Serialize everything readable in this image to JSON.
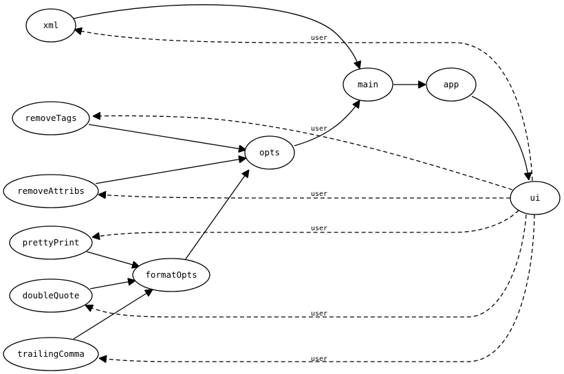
{
  "nodes": {
    "xml": "xml",
    "main": "main",
    "app": "app",
    "removeTags": "removeTags",
    "opts": "opts",
    "removeAttribs": "removeAttribs",
    "ui": "ui",
    "prettyPrint": "prettyPrint",
    "formatOpts": "formatOpts",
    "doubleQuote": "doubleQuote",
    "trailingComma": "trailingComma"
  },
  "edges": [
    {
      "from": "xml",
      "to": "main",
      "style": "solid"
    },
    {
      "from": "main",
      "to": "app",
      "style": "solid"
    },
    {
      "from": "app",
      "to": "ui",
      "style": "solid"
    },
    {
      "from": "removeTags",
      "to": "opts",
      "style": "solid"
    },
    {
      "from": "removeAttribs",
      "to": "opts",
      "style": "solid"
    },
    {
      "from": "opts",
      "to": "main",
      "style": "solid",
      "label": "user"
    },
    {
      "from": "prettyPrint",
      "to": "formatOpts",
      "style": "solid"
    },
    {
      "from": "doubleQuote",
      "to": "formatOpts",
      "style": "solid"
    },
    {
      "from": "trailingComma",
      "to": "formatOpts",
      "style": "solid"
    },
    {
      "from": "formatOpts",
      "to": "opts",
      "style": "solid"
    },
    {
      "from": "ui",
      "to": "xml",
      "style": "dashed",
      "label": "user"
    },
    {
      "from": "ui",
      "to": "removeTags",
      "style": "dashed"
    },
    {
      "from": "ui",
      "to": "removeAttribs",
      "style": "dashed",
      "label": "user"
    },
    {
      "from": "ui",
      "to": "prettyPrint",
      "style": "dashed",
      "label": "user"
    },
    {
      "from": "ui",
      "to": "doubleQuote",
      "style": "dashed",
      "label": "user"
    },
    {
      "from": "ui",
      "to": "trailingComma",
      "style": "dashed",
      "label": "user"
    }
  ]
}
